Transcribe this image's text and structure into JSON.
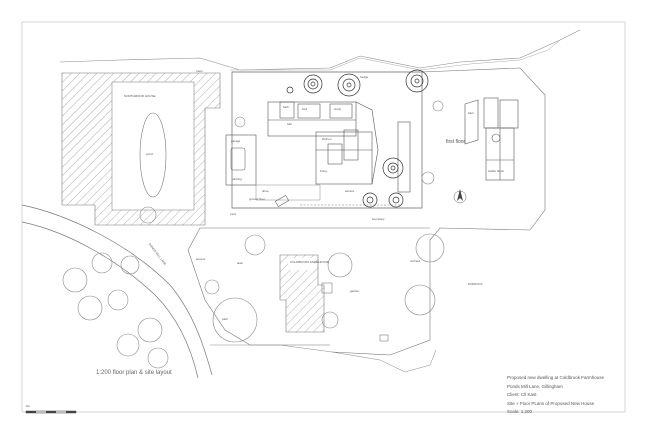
{
  "labels": {
    "northmoor_house": "NORTHMOOR HOUSE",
    "coldbrook_farmhouse": "COLDBROOK FARMHOUSE",
    "ponds_mill_lane": "PONDS MILL LANE",
    "first_floor": "first floor",
    "paddock": "PADDOCK",
    "ground_floor": "ground floor",
    "garden": "garden",
    "garage": "garage",
    "drive": "drive",
    "parking": "parking",
    "yard": "yard",
    "lawn": "lawn",
    "orchard": "orchard",
    "access": "access",
    "terrace": "terrace",
    "hall": "hall",
    "kitchen": "kitchen",
    "living": "living",
    "bed": "bed",
    "study": "study",
    "bath": "bath",
    "stable_block": "stable block",
    "barn": "barn",
    "boundary": "boundary",
    "hedge": "hedge",
    "trees": "trees",
    "pond": "pond",
    "path": "path"
  },
  "caption": "1:200 floor plan & site layout",
  "title_block": {
    "line1": "Proposed new dwelling at Coldbrook Farmhouse",
    "line2": "Ponds Mill Lane, Gillingham",
    "line3": "Client: Cll Kast",
    "line4": "Site + Floor PLans of Proposed New House",
    "line5": "Scale: 1:200"
  },
  "scale_bar": {
    "segments": 5,
    "label": "0m"
  }
}
